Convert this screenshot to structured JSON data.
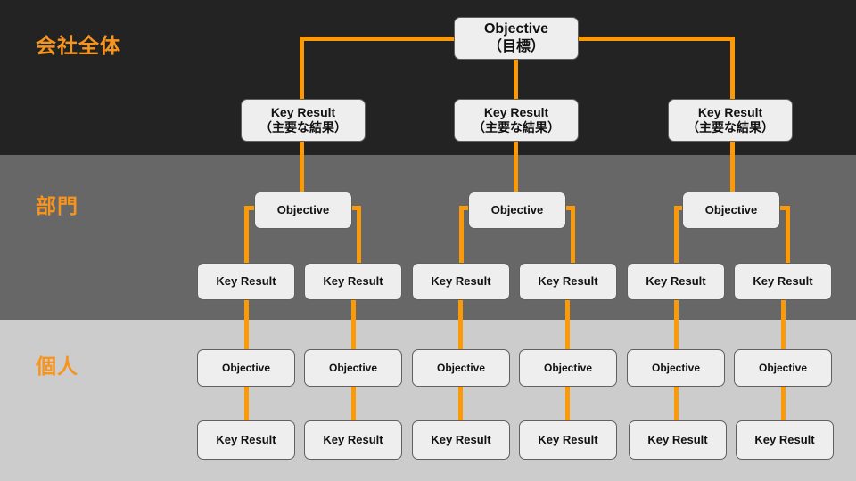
{
  "bands": [
    {
      "id": "company",
      "label": "会社全体"
    },
    {
      "id": "department",
      "label": "部門"
    },
    {
      "id": "individual",
      "label": "個人"
    }
  ],
  "colors": {
    "connector": "#fb9a08",
    "band_title": "#f7941d",
    "band_company_bg": "#232323",
    "band_department_bg": "#676767",
    "band_individual_bg": "#cccccc",
    "node_bg": "#eeeeee",
    "node_border": "#606060",
    "node_text": "#111111"
  },
  "nodes": {
    "company_objective": {
      "line1": "Objective",
      "line2": "（目標）"
    },
    "company_kr_1": {
      "line1": "Key Result",
      "line2": "（主要な結果）"
    },
    "company_kr_2": {
      "line1": "Key Result",
      "line2": "（主要な結果）"
    },
    "company_kr_3": {
      "line1": "Key Result",
      "line2": "（主要な結果）"
    },
    "dept_objective_1": {
      "line1": "Objective"
    },
    "dept_objective_2": {
      "line1": "Objective"
    },
    "dept_objective_3": {
      "line1": "Objective"
    },
    "dept_kr_1": {
      "line1": "Key Result"
    },
    "dept_kr_2": {
      "line1": "Key Result"
    },
    "dept_kr_3": {
      "line1": "Key Result"
    },
    "dept_kr_4": {
      "line1": "Key Result"
    },
    "dept_kr_5": {
      "line1": "Key Result"
    },
    "dept_kr_6": {
      "line1": "Key Result"
    },
    "indiv_objective_1": {
      "line1": "Objective"
    },
    "indiv_objective_2": {
      "line1": "Objective"
    },
    "indiv_objective_3": {
      "line1": "Objective"
    },
    "indiv_objective_4": {
      "line1": "Objective"
    },
    "indiv_objective_5": {
      "line1": "Objective"
    },
    "indiv_objective_6": {
      "line1": "Objective"
    },
    "indiv_kr_1": {
      "line1": "Key Result"
    },
    "indiv_kr_2": {
      "line1": "Key Result"
    },
    "indiv_kr_3": {
      "line1": "Key Result"
    },
    "indiv_kr_4": {
      "line1": "Key Result"
    },
    "indiv_kr_5": {
      "line1": "Key Result"
    },
    "indiv_kr_6": {
      "line1": "Key Result"
    }
  },
  "diagram": {
    "type": "hierarchy-tree",
    "levels": 3,
    "root": "company_objective",
    "edges": [
      [
        "company_objective",
        "company_kr_1"
      ],
      [
        "company_objective",
        "company_kr_2"
      ],
      [
        "company_objective",
        "company_kr_3"
      ],
      [
        "company_kr_1",
        "dept_objective_1"
      ],
      [
        "company_kr_2",
        "dept_objective_2"
      ],
      [
        "company_kr_3",
        "dept_objective_3"
      ],
      [
        "dept_objective_1",
        "dept_kr_1"
      ],
      [
        "dept_objective_1",
        "dept_kr_2"
      ],
      [
        "dept_objective_2",
        "dept_kr_3"
      ],
      [
        "dept_objective_2",
        "dept_kr_4"
      ],
      [
        "dept_objective_3",
        "dept_kr_5"
      ],
      [
        "dept_objective_3",
        "dept_kr_6"
      ],
      [
        "dept_kr_1",
        "indiv_objective_1"
      ],
      [
        "dept_kr_2",
        "indiv_objective_2"
      ],
      [
        "dept_kr_3",
        "indiv_objective_3"
      ],
      [
        "dept_kr_4",
        "indiv_objective_4"
      ],
      [
        "dept_kr_5",
        "indiv_objective_5"
      ],
      [
        "dept_kr_6",
        "indiv_objective_6"
      ],
      [
        "indiv_objective_1",
        "indiv_kr_1"
      ],
      [
        "indiv_objective_2",
        "indiv_kr_2"
      ],
      [
        "indiv_objective_3",
        "indiv_kr_3"
      ],
      [
        "indiv_objective_4",
        "indiv_kr_4"
      ],
      [
        "indiv_objective_5",
        "indiv_kr_5"
      ],
      [
        "indiv_objective_6",
        "indiv_kr_6"
      ]
    ]
  }
}
